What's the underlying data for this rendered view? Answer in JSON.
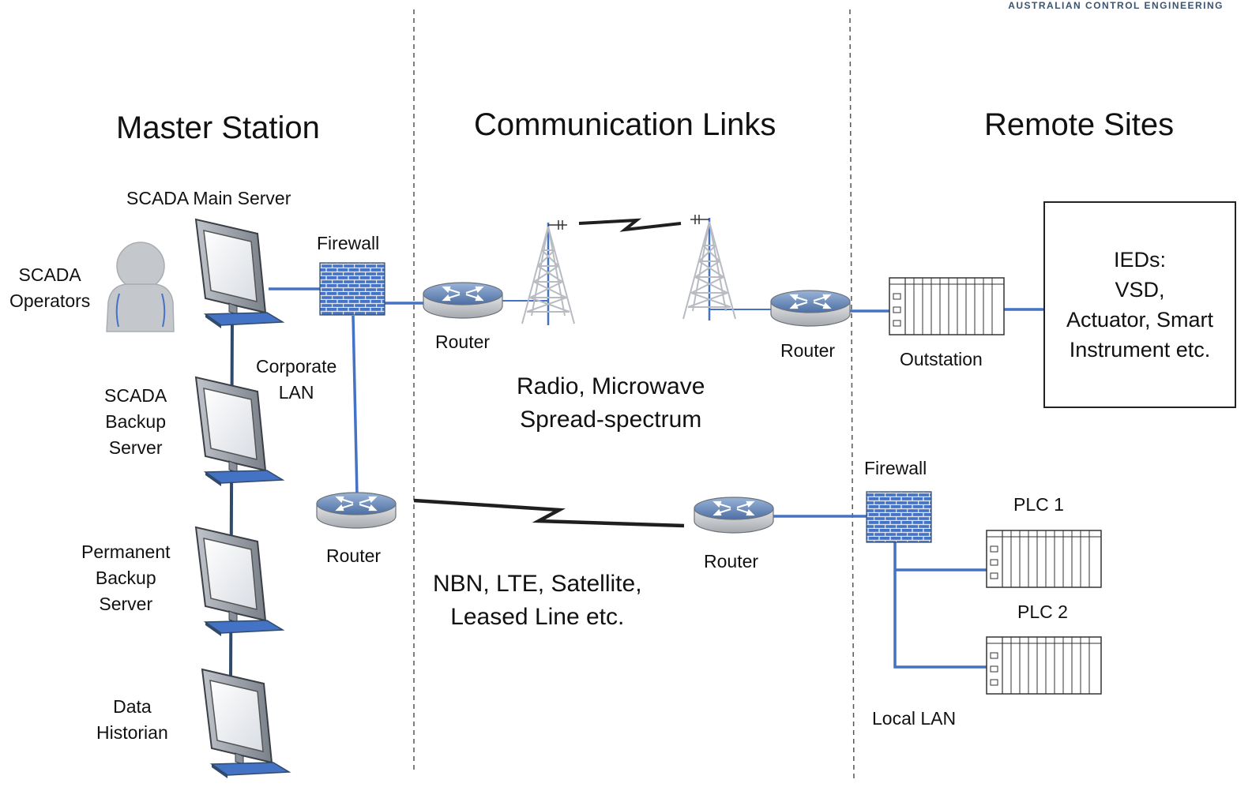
{
  "brand": "AUSTRALIAN CONTROL ENGINEERING",
  "sections": {
    "master": "Master Station",
    "comms": "Communication Links",
    "remote": "Remote Sites"
  },
  "master": {
    "main_server": "SCADA Main Server",
    "operators": [
      "SCADA",
      "Operators"
    ],
    "backup_server": [
      "SCADA",
      "Backup",
      "Server"
    ],
    "permanent_backup": [
      "Permanent",
      "Backup",
      "Server"
    ],
    "historian": [
      "Data",
      "Historian"
    ],
    "firewall": "Firewall",
    "corporate_lan": [
      "Corporate",
      "LAN"
    ],
    "router_top": "Router",
    "router_bottom": "Router"
  },
  "comms": {
    "radio": [
      "Radio, Microwave",
      "Spread-spectrum"
    ],
    "wired": [
      "NBN, LTE, Satellite,",
      "Leased Line etc."
    ]
  },
  "remote": {
    "router_top": "Router",
    "router_bottom": "Router",
    "outstation": "Outstation",
    "ieds": [
      "IEDs:",
      "VSD,",
      "Actuator, Smart",
      "Instrument etc."
    ],
    "firewall": "Firewall",
    "plc1": "PLC 1",
    "plc2": "PLC 2",
    "local_lan": "Local LAN"
  },
  "colors": {
    "link": "#4472c4",
    "backbone": "#2f4a6b",
    "firewall": "#4472c4",
    "divider": "#555555"
  }
}
